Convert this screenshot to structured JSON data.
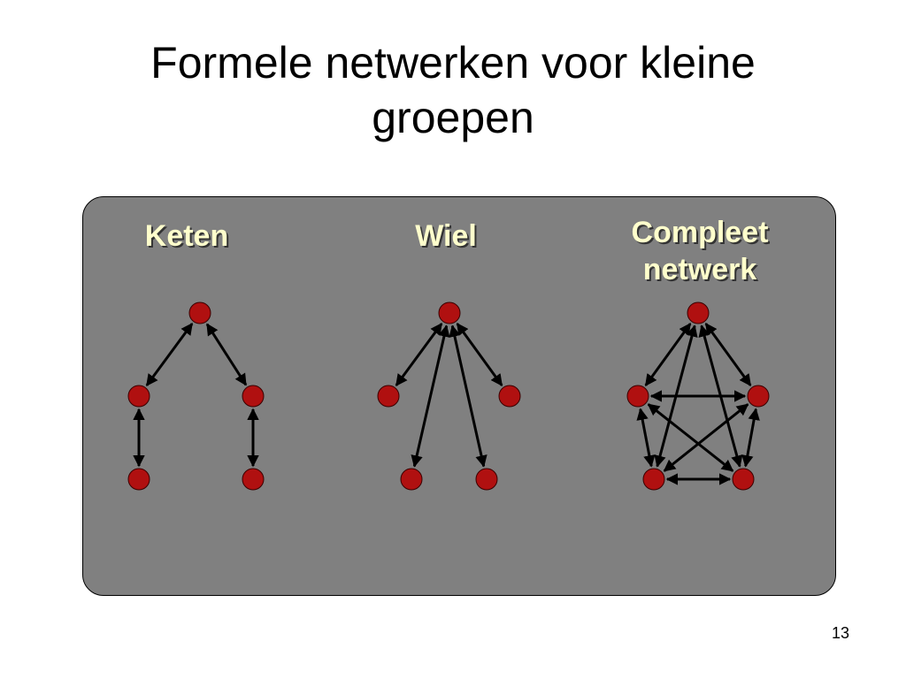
{
  "title": {
    "line1": "Formele netwerken voor kleine",
    "line2": "groepen"
  },
  "colors": {
    "panel": "#808080",
    "node": "#b01010",
    "label": "#ffffcc",
    "edge": "#000000"
  },
  "networks": [
    {
      "id": "keten",
      "label_lines": [
        "Keten"
      ],
      "nodes": [
        "top",
        "mid-left",
        "mid-right",
        "bottom-left",
        "bottom-right"
      ],
      "edges": [
        [
          "top",
          "mid-left"
        ],
        [
          "top",
          "mid-right"
        ],
        [
          "mid-left",
          "bottom-left"
        ],
        [
          "mid-right",
          "bottom-right"
        ]
      ]
    },
    {
      "id": "wiel",
      "label_lines": [
        "Wiel"
      ],
      "nodes": [
        "top",
        "mid-left",
        "mid-right",
        "bottom-left",
        "bottom-right"
      ],
      "edges": [
        [
          "top",
          "mid-left"
        ],
        [
          "top",
          "mid-right"
        ],
        [
          "top",
          "bottom-left"
        ],
        [
          "top",
          "bottom-right"
        ]
      ]
    },
    {
      "id": "compleet",
      "label_lines": [
        "Compleet",
        "netwerk"
      ],
      "nodes": [
        "top",
        "mid-left",
        "mid-right",
        "bottom-left",
        "bottom-right"
      ],
      "edges": [
        [
          "top",
          "mid-left"
        ],
        [
          "top",
          "mid-right"
        ],
        [
          "top",
          "bottom-left"
        ],
        [
          "top",
          "bottom-right"
        ],
        [
          "mid-left",
          "mid-right"
        ],
        [
          "mid-left",
          "bottom-left"
        ],
        [
          "mid-left",
          "bottom-right"
        ],
        [
          "mid-right",
          "bottom-left"
        ],
        [
          "mid-right",
          "bottom-right"
        ],
        [
          "bottom-left",
          "bottom-right"
        ]
      ]
    }
  ],
  "page_number": "13"
}
